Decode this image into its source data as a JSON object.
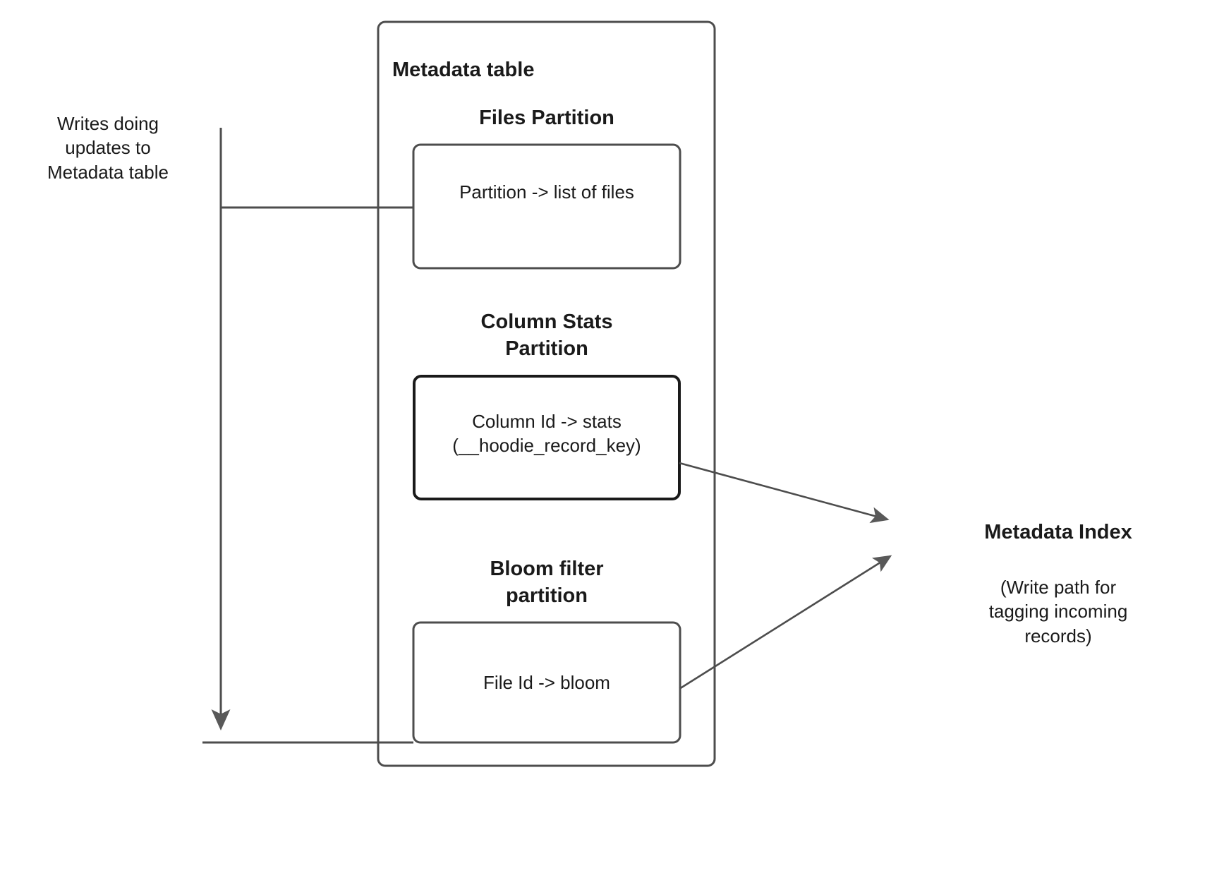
{
  "diagram": {
    "title_text": "Metadata table",
    "left_note": "Writes doing\nupdates to\nMetadata table",
    "container": {
      "label": "Metadata table"
    },
    "partitions": [
      {
        "heading": "Files Partition",
        "box_text": "Partition -> list of files",
        "emphasis": false
      },
      {
        "heading": "Column Stats\nPartition",
        "box_text": "Column Id  -> stats\n(__hoodie_record_key)",
        "emphasis": true
      },
      {
        "heading": "Bloom filter\npartition",
        "box_text": "File Id -> bloom",
        "emphasis": false
      }
    ],
    "right_label": {
      "title": "Metadata Index",
      "note": "(Write path for\ntagging incoming\nrecords)"
    },
    "colors": {
      "stroke": "#4d4d4d",
      "stroke_strong": "#1a1a1a",
      "text": "#1a1a1a",
      "background": "#ffffff",
      "arrowhead": "#595959"
    },
    "connectors": [
      {
        "name": "writes-to-files-partition",
        "from": "writes-note-line",
        "to": "files-partition-box"
      },
      {
        "name": "writes-to-bloom-partition",
        "from": "writes-note-line",
        "to": "bloom-partition-box"
      },
      {
        "name": "column-stats-to-metadata-index",
        "from": "column-stats-box",
        "to": "metadata-index"
      },
      {
        "name": "bloom-to-metadata-index",
        "from": "bloom-filter-box",
        "to": "metadata-index"
      }
    ]
  }
}
